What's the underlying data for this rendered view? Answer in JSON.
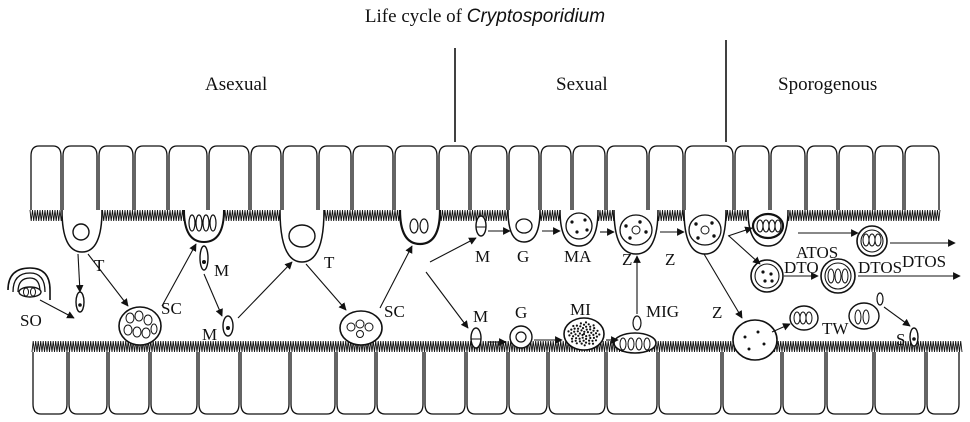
{
  "title": {
    "prefix": "Life cycle of ",
    "organism": "Cryptosporidium"
  },
  "stages": {
    "asexual": "Asexual",
    "sexual": "Sexual",
    "sporogenous": "Sporogenous"
  },
  "labels": {
    "so": "SO",
    "t1": "T",
    "m_top": "M",
    "t2": "T",
    "sc1": "SC",
    "m_bottom": "M",
    "sc2": "SC",
    "m_sexual_top": "M",
    "g_top": "G",
    "ma": "MA",
    "z1": "Z",
    "z2": "Z",
    "atos": "ATOS",
    "dto": "DTO",
    "dtos1": "DTOS",
    "dtos2": "DTOS",
    "m_sexual_bottom": "M",
    "g_bottom": "G",
    "mi": "MI",
    "mig": "MIG",
    "z3": "Z",
    "tw": "TW",
    "s": "S"
  }
}
